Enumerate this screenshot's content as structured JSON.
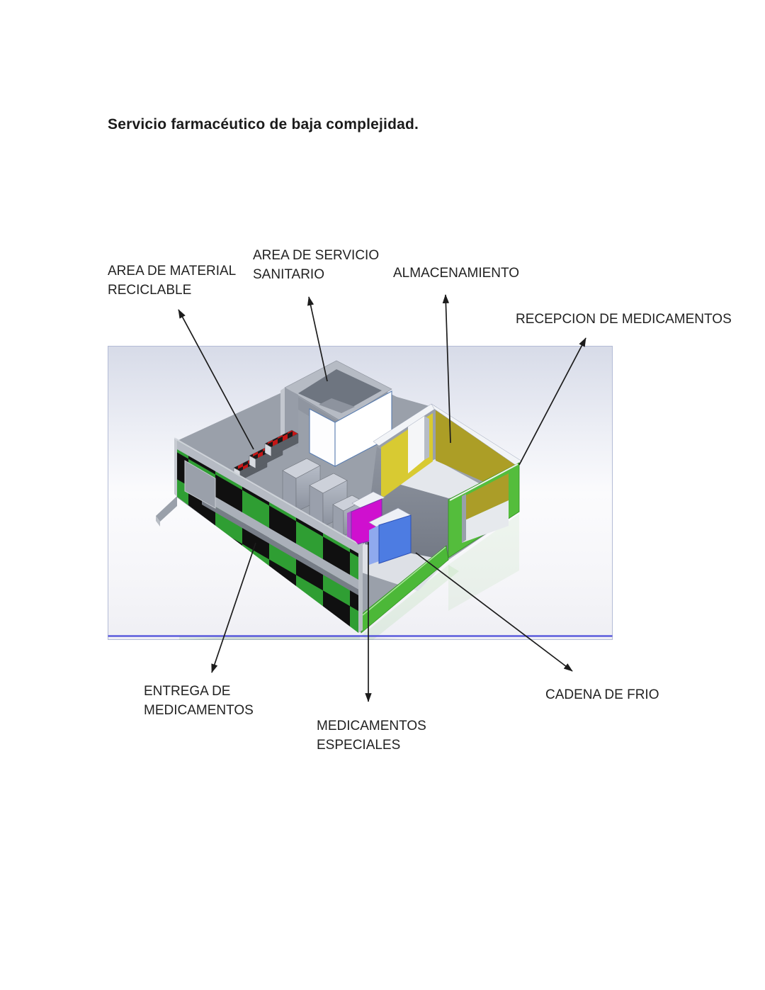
{
  "title": "Servicio farmacéutico de baja complejidad.",
  "figure": {
    "description": "Isometric 3D layout of a low-complexity pharmaceutical service area",
    "labels": {
      "reciclable": {
        "line1": "AREA DE MATERIAL",
        "line2": "RECICLABLE"
      },
      "sanitario": {
        "line1": "AREA DE SERVICIO",
        "line2": "SANITARIO"
      },
      "almacenamiento": {
        "line1": "ALMACENAMIENTO"
      },
      "recepcion": {
        "line1": "RECEPCION DE MEDICAMENTOS"
      },
      "entrega": {
        "line1": "ENTREGA DE",
        "line2": "MEDICAMENTOS"
      },
      "especiales": {
        "line1": "MEDICAMENTOS",
        "line2": "ESPECIALES"
      },
      "cadena": {
        "line1": "CADENA DE FRIO"
      }
    },
    "colors": {
      "panel_top": "#d7dbe8",
      "panel_border": "#b3bbd6",
      "panel_baseline": "#4d4ddb",
      "checker_green": "#2f9e33",
      "checker_black": "#101010",
      "frame_green": "#54bd3c",
      "wall_yellow_light": "#d8ca32",
      "wall_yellow_olive": "#ac9e26",
      "box_magenta": "#cf10cf",
      "box_blue": "#4d7ce2",
      "box_red": "#c51616",
      "floor_gray": "#9aa0aa",
      "arrow_color": "#1c1c1c"
    }
  }
}
